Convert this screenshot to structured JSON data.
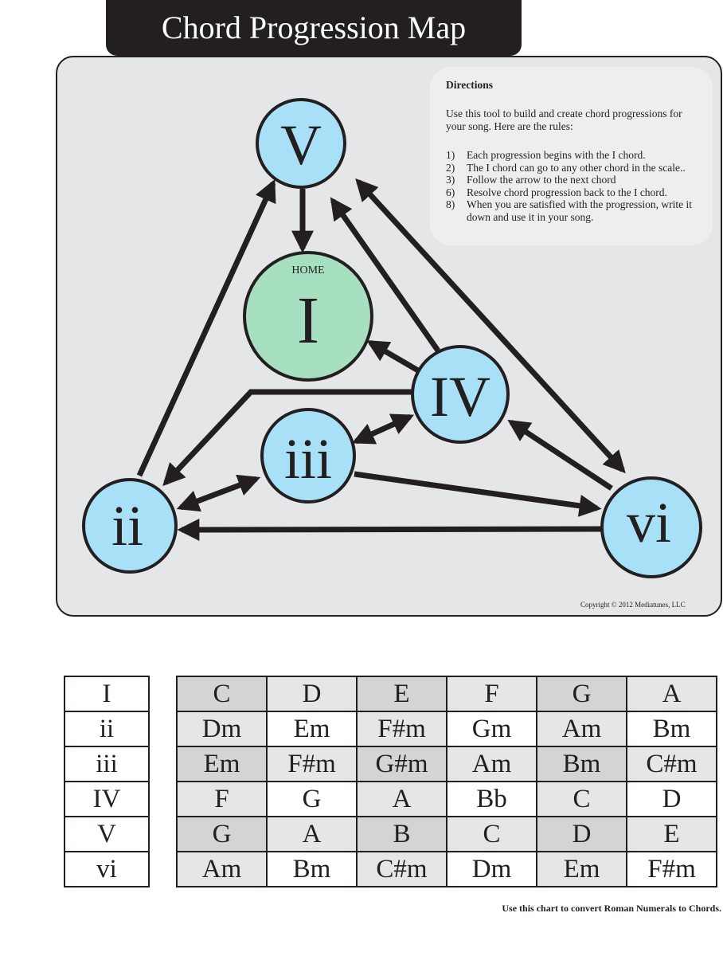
{
  "title": "Chord Progression Map",
  "directions": {
    "heading": "Directions",
    "intro": "Use this tool to build and create chord progressions for your song.  Here are the rules:",
    "rules": [
      {
        "num": "1)",
        "text": " Each progression begins with the I chord."
      },
      {
        "num": "2)",
        "text": "The I chord can go to any other chord in the scale.."
      },
      {
        "num": "3)",
        "text": "Follow the arrow to the next chord"
      },
      {
        "num": "6)",
        "text": "Resolve chord progression back to the I chord."
      },
      {
        "num": "8)",
        "text": "When you are satisfied with the progression, write it down and use it in your song."
      }
    ]
  },
  "nodes": {
    "V": "V",
    "I": "I",
    "home": "HOME",
    "IV": "IV",
    "iii": "iii",
    "ii": "ii",
    "vi": "vi"
  },
  "colors": {
    "chord": "#a8e0f7",
    "home": "#a7dfc1",
    "line": "#231f20"
  },
  "copyright": "Copyright © 2012 Mediatunes, LLC",
  "table": {
    "numerals": [
      "I",
      "ii",
      "iii",
      "IV",
      "V",
      "vi"
    ],
    "rows": [
      [
        "C",
        "D",
        "E",
        "F",
        "G",
        "A"
      ],
      [
        "Dm",
        "Em",
        "F#m",
        "Gm",
        "Am",
        "Bm"
      ],
      [
        "Em",
        "F#m",
        "G#m",
        "Am",
        "Bm",
        "C#m"
      ],
      [
        "F",
        "G",
        "A",
        "Bb",
        "C",
        "D"
      ],
      [
        "G",
        "A",
        "B",
        "C",
        "D",
        "E"
      ],
      [
        "Am",
        "Bm",
        "C#m",
        "Dm",
        "Em",
        "F#m"
      ]
    ],
    "note": "Use this chart to convert Roman Numerals to Chords."
  }
}
